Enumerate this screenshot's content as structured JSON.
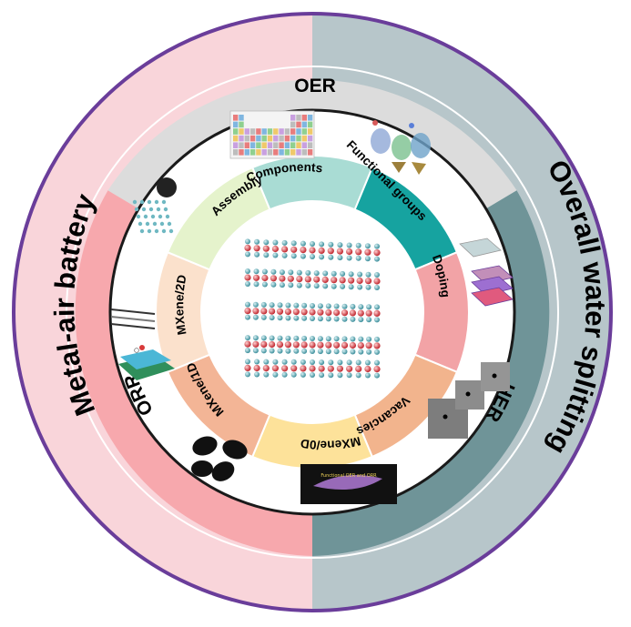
{
  "outer_ring": {
    "left_label": "Metal-air battery",
    "right_label": "Overall water splitting",
    "left_color": "#f9d5da",
    "right_color": "#b7c6ca",
    "border_color": "#6a3d9a"
  },
  "middle_ring": {
    "top_label": "OER",
    "left_label": "ORR",
    "right_label": "HER",
    "top_color": "#dcdcdc",
    "left_color": "#f7a8ad",
    "right_color": "#6f9498"
  },
  "segments": [
    {
      "label": "Components",
      "color": "#a9dcd4"
    },
    {
      "label": "Functional groups",
      "color": "#16a3a0"
    },
    {
      "label": "Doping",
      "color": "#f2a3a6"
    },
    {
      "label": "Vacancies",
      "color": "#f2b48d"
    },
    {
      "label": "MXene/0D",
      "color": "#fde29a"
    },
    {
      "label": "MXene/1D",
      "color": "#f3b596"
    },
    {
      "label": "MXene/2D",
      "color": "#fbe1cc"
    },
    {
      "label": "Assembly",
      "color": "#e5f3cc"
    }
  ],
  "inset_caption": "Functional OER and ORR"
}
